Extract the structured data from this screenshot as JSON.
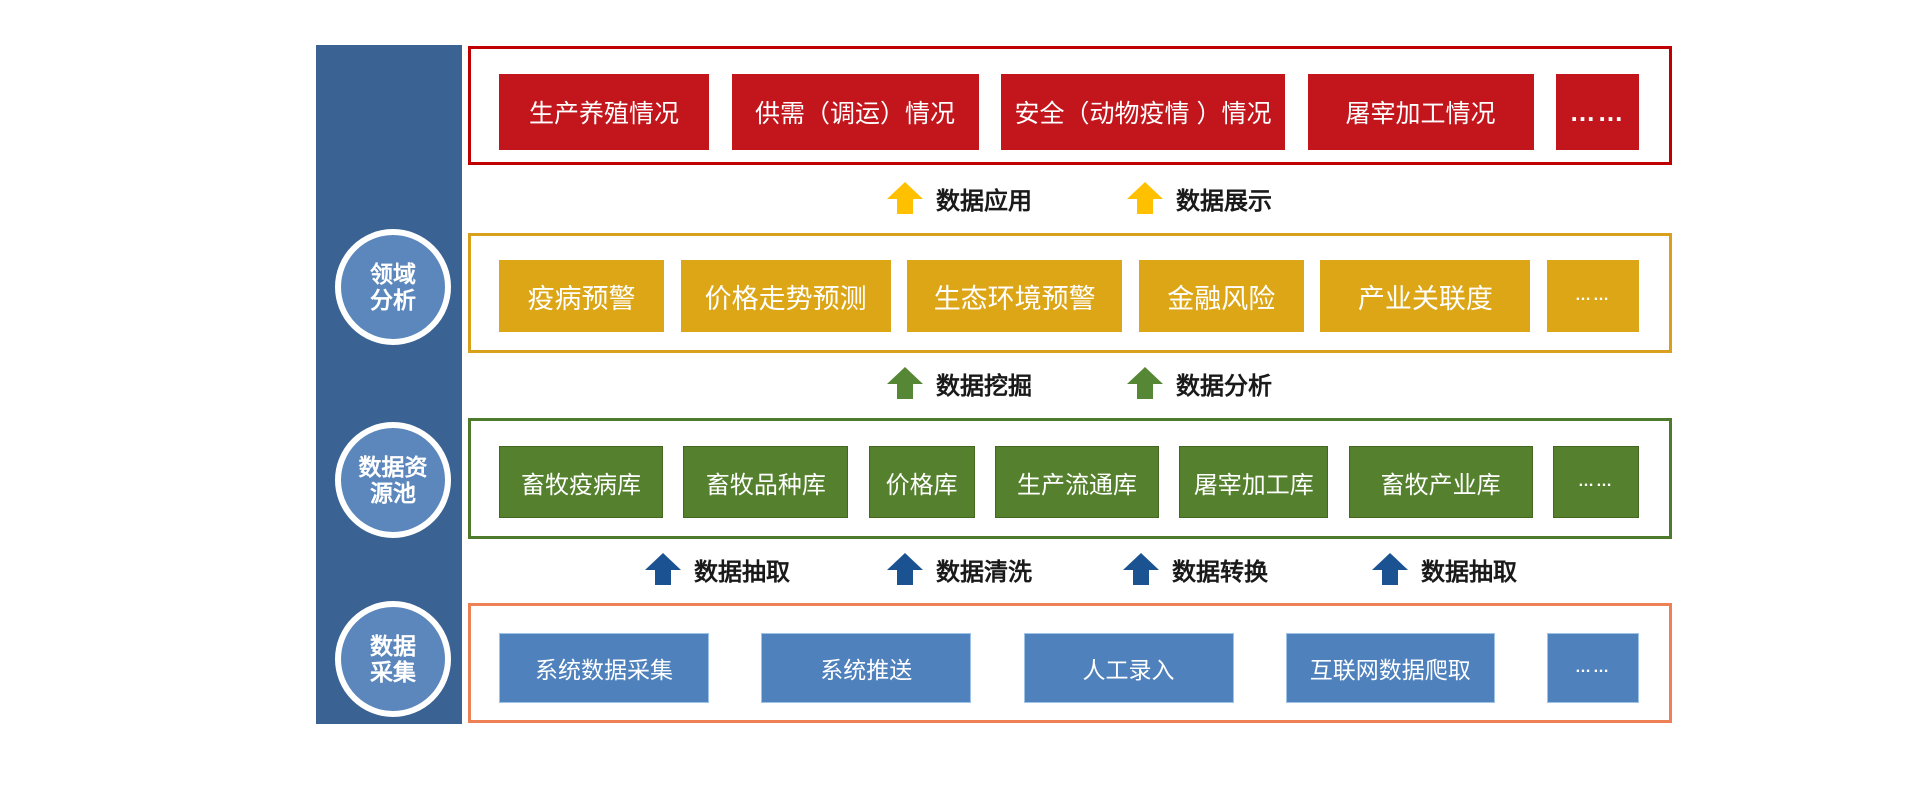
{
  "sidebar": {
    "bar_color": "#3A6293",
    "circle_fill": "#5C87BC",
    "circle_ring": "#FFFFFF",
    "stages": [
      {
        "name": "domain-analysis",
        "label_lines": [
          "领域",
          "分析"
        ]
      },
      {
        "name": "data-resource-pool",
        "label_lines": [
          "数据资",
          "源池"
        ]
      },
      {
        "name": "data-collection",
        "label_lines": [
          "数据",
          "采集"
        ]
      }
    ]
  },
  "layers": [
    {
      "name": "business-status",
      "border_color": "#C00000",
      "box_color": "#C3161C",
      "box_text_color": "#FFFFFF",
      "boxes": [
        "生产养殖情况",
        "供需（调运）情况",
        "安全（动物疫情 ）情况",
        "屠宰加工情况",
        "……"
      ]
    },
    {
      "name": "domain-analysis",
      "border_color": "#D8A01D",
      "box_color": "#DCA616",
      "box_text_color": "#FFFFFF",
      "boxes": [
        "疫病预警",
        "价格走势预测",
        "生态环境预警",
        "金融风险",
        "产业关联度",
        "……"
      ]
    },
    {
      "name": "data-resource-pool",
      "border_color": "#4E7A2B",
      "box_color": "#55812E",
      "box_border_color": "#44671F",
      "box_text_color": "#FFFFFF",
      "boxes": [
        "畜牧疫病库",
        "畜牧品种库",
        "价格库",
        "生产流通库",
        "屠宰加工库",
        "畜牧产业库",
        "……"
      ]
    },
    {
      "name": "data-collection",
      "border_color": "#ED8155",
      "box_color": "#4F81BD",
      "box_border_color": "#9DC3E6",
      "box_text_color": "#FFFFFF",
      "boxes": [
        "系统数据采集",
        "系统推送",
        "人工录入",
        "互联网数据爬取",
        "……"
      ]
    }
  ],
  "arrow_rows": [
    {
      "color": "#FFC000",
      "labels": [
        "数据应用",
        "数据展示"
      ]
    },
    {
      "color": "#568735",
      "labels": [
        "数据挖掘",
        "数据分析"
      ]
    },
    {
      "color": "#1B5392",
      "labels": [
        "数据抽取",
        "数据清洗",
        "数据转换",
        "数据抽取"
      ]
    }
  ]
}
